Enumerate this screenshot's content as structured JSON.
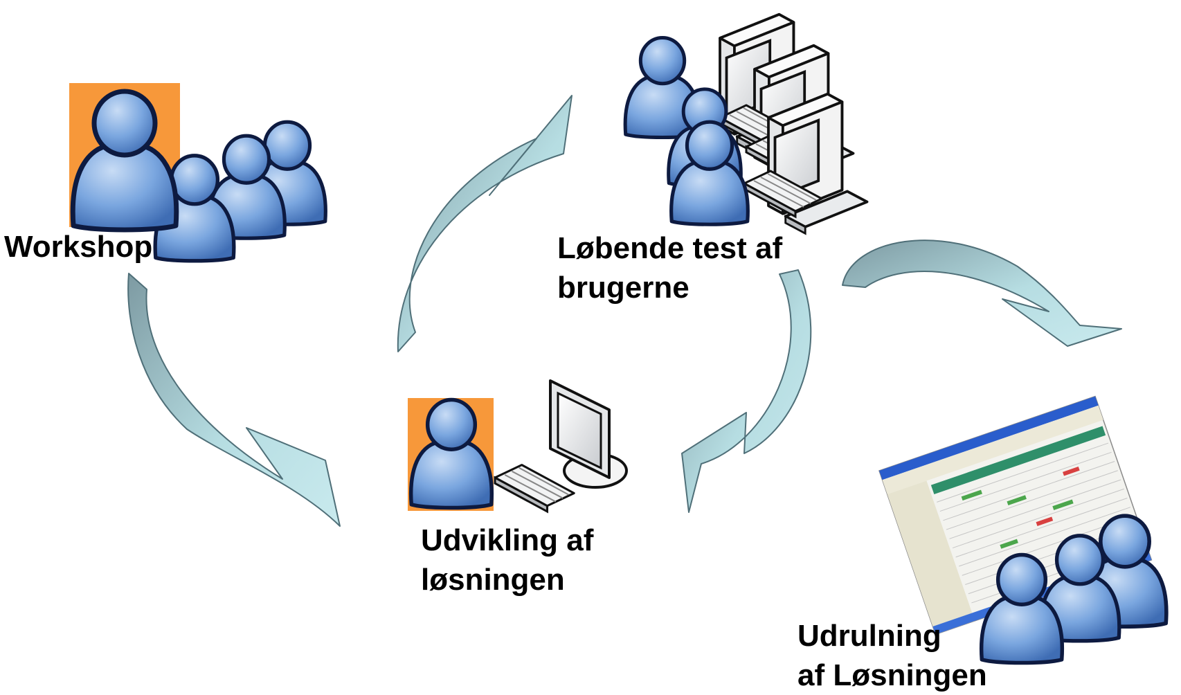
{
  "labels": {
    "workshop": "Workshop",
    "test_line1": "Løbende test af",
    "test_line2": "brugerne",
    "dev_line1": "Udvikling af",
    "dev_line2": "løsningen",
    "deploy_line1": "Udrulning",
    "deploy_line2": "af Løsningen"
  },
  "colors": {
    "person_fill": "#6f9bd6",
    "person_stroke": "#0d1a40",
    "highlight": "#f7983a",
    "arrow_fill": "#bfe2e6",
    "arrow_stroke": "#4f6f78"
  }
}
